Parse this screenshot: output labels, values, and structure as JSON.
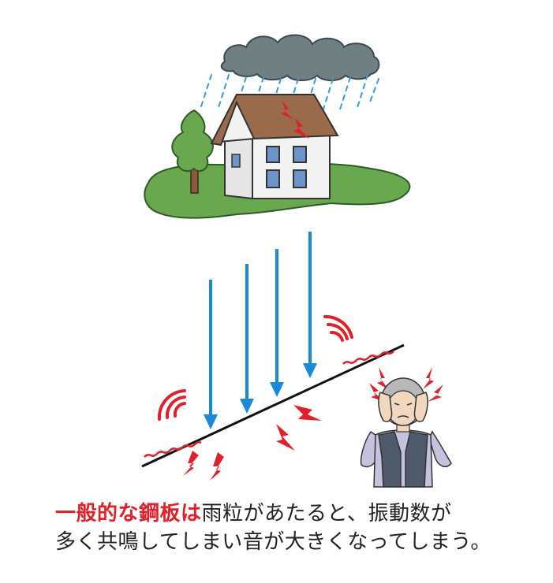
{
  "caption": {
    "line1_highlight": "一般的な鋼板は",
    "line1_rest": "雨粒があたると、振動数が",
    "line2": "多く共鳴してしまい音が大きくなってしまう。"
  },
  "colors": {
    "highlight": "#e0202a",
    "text": "#222222",
    "raindrop_arrow": "#1a8ad8",
    "cloud": "#6f7f82",
    "grass": "#6aa84f",
    "roof": "#9a6b4a",
    "house_wall": "#f3f3f3",
    "window": "#6d95c9",
    "noise": "#e0202a",
    "person_vest": "#4e596b",
    "person_shirt": "#c4c2de"
  },
  "icons": [
    "rain-cloud-icon",
    "house-icon",
    "tree-icon",
    "raindrop-arrow-icon",
    "sound-wave-icon",
    "lightning-noise-icon",
    "person-covering-ears-icon"
  ]
}
